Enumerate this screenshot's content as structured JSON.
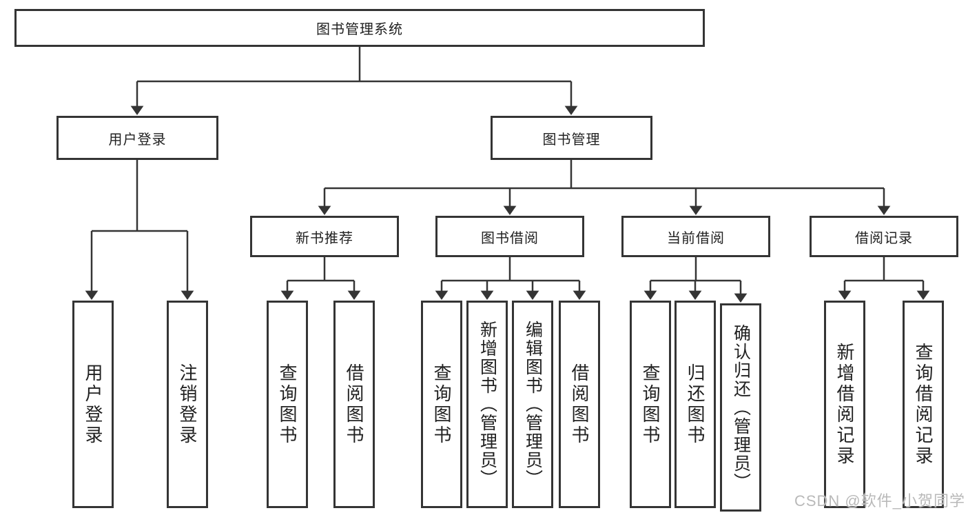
{
  "diagram": {
    "title": "图书管理系统",
    "branches": [
      {
        "label": "用户登录",
        "children": [
          {
            "label": "用户登录"
          },
          {
            "label": "注销登录"
          }
        ]
      },
      {
        "label": "图书管理",
        "groups": [
          {
            "label": "新书推荐",
            "children": [
              {
                "label": "查询图书"
              },
              {
                "label": "借阅图书"
              }
            ]
          },
          {
            "label": "图书借阅",
            "children": [
              {
                "label": "查询图书"
              },
              {
                "label": "新增图书（管理员）"
              },
              {
                "label": "编辑图书（管理员）"
              },
              {
                "label": "借阅图书"
              }
            ]
          },
          {
            "label": "当前借阅",
            "children": [
              {
                "label": "查询图书"
              },
              {
                "label": "归还图书"
              },
              {
                "label": "确认归还（管理员）"
              }
            ]
          },
          {
            "label": "借阅记录",
            "children": [
              {
                "label": "新增借阅记录"
              },
              {
                "label": "查询借阅记录"
              }
            ]
          }
        ]
      }
    ]
  },
  "watermark": {
    "text": "CSDN @软件_小贺同学"
  },
  "colors": {
    "line": "#343434",
    "text": "#212121",
    "box_fill": "#ffffff",
    "watermark": "#b9b9b9"
  }
}
